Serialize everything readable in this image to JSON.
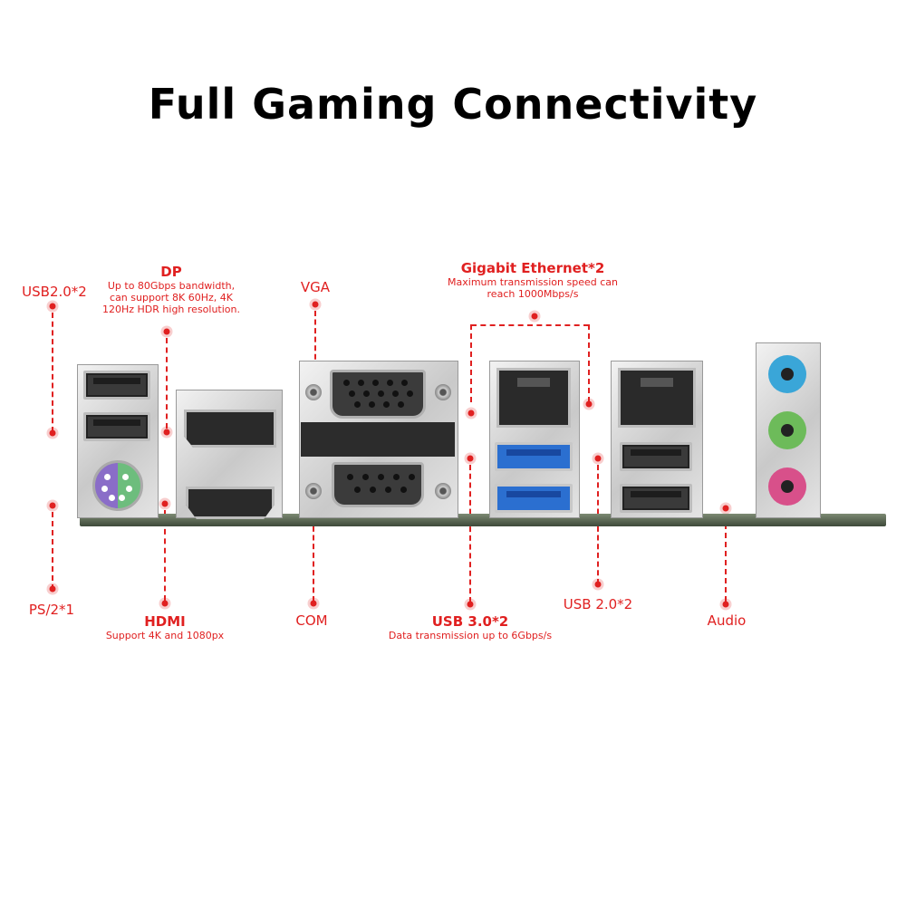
{
  "title": "Full Gaming Connectivity",
  "labels": {
    "usb20_left": "USB2.0*2",
    "ps2": "PS/2*1",
    "dp": {
      "title": "DP",
      "desc_lines": [
        "Up to 80Gbps bandwidth,",
        "can support 8K 60Hz, 4K",
        "120Hz HDR high resolution."
      ]
    },
    "hdmi": {
      "title": "HDMI",
      "desc": "Support 4K and 1080px"
    },
    "vga": "VGA",
    "com": "COM",
    "ethernet": {
      "title": "Gigabit Ethernet*2",
      "desc_lines": [
        "Maximum transmission speed can",
        "reach 1000Mbps/s"
      ]
    },
    "usb30": {
      "title": "USB 3.0*2",
      "desc": "Data transmission up to 6Gbps/s"
    },
    "usb20_right": "USB 2.0*2",
    "audio": "Audio"
  },
  "colors": {
    "annotation": "#e02020",
    "audio_jacks": [
      "#3aa6d8",
      "#6dbb5a",
      "#d8508a"
    ],
    "ps2_port": "#6dbd7d",
    "usb30_port": "#2b6fd0"
  }
}
